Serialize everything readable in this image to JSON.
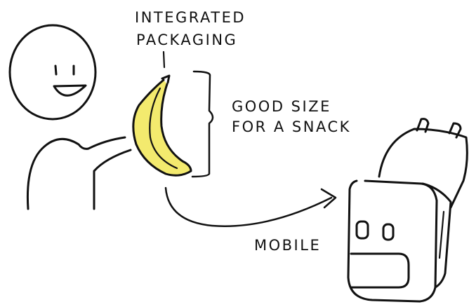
{
  "labels": {
    "integrated": "INTEGRATED",
    "packaging": "PACKAGING",
    "good_size": "GOOD SIZE",
    "for_a_snack": "FOR A SNACK",
    "mobile": "MOBILE"
  },
  "colors": {
    "ink": "#111111",
    "banana": "#f3ea6e",
    "background": "#ffffff"
  },
  "icons": {
    "person": "stick-figure-person-icon",
    "banana": "banana-icon",
    "backpack": "backpack-icon"
  }
}
